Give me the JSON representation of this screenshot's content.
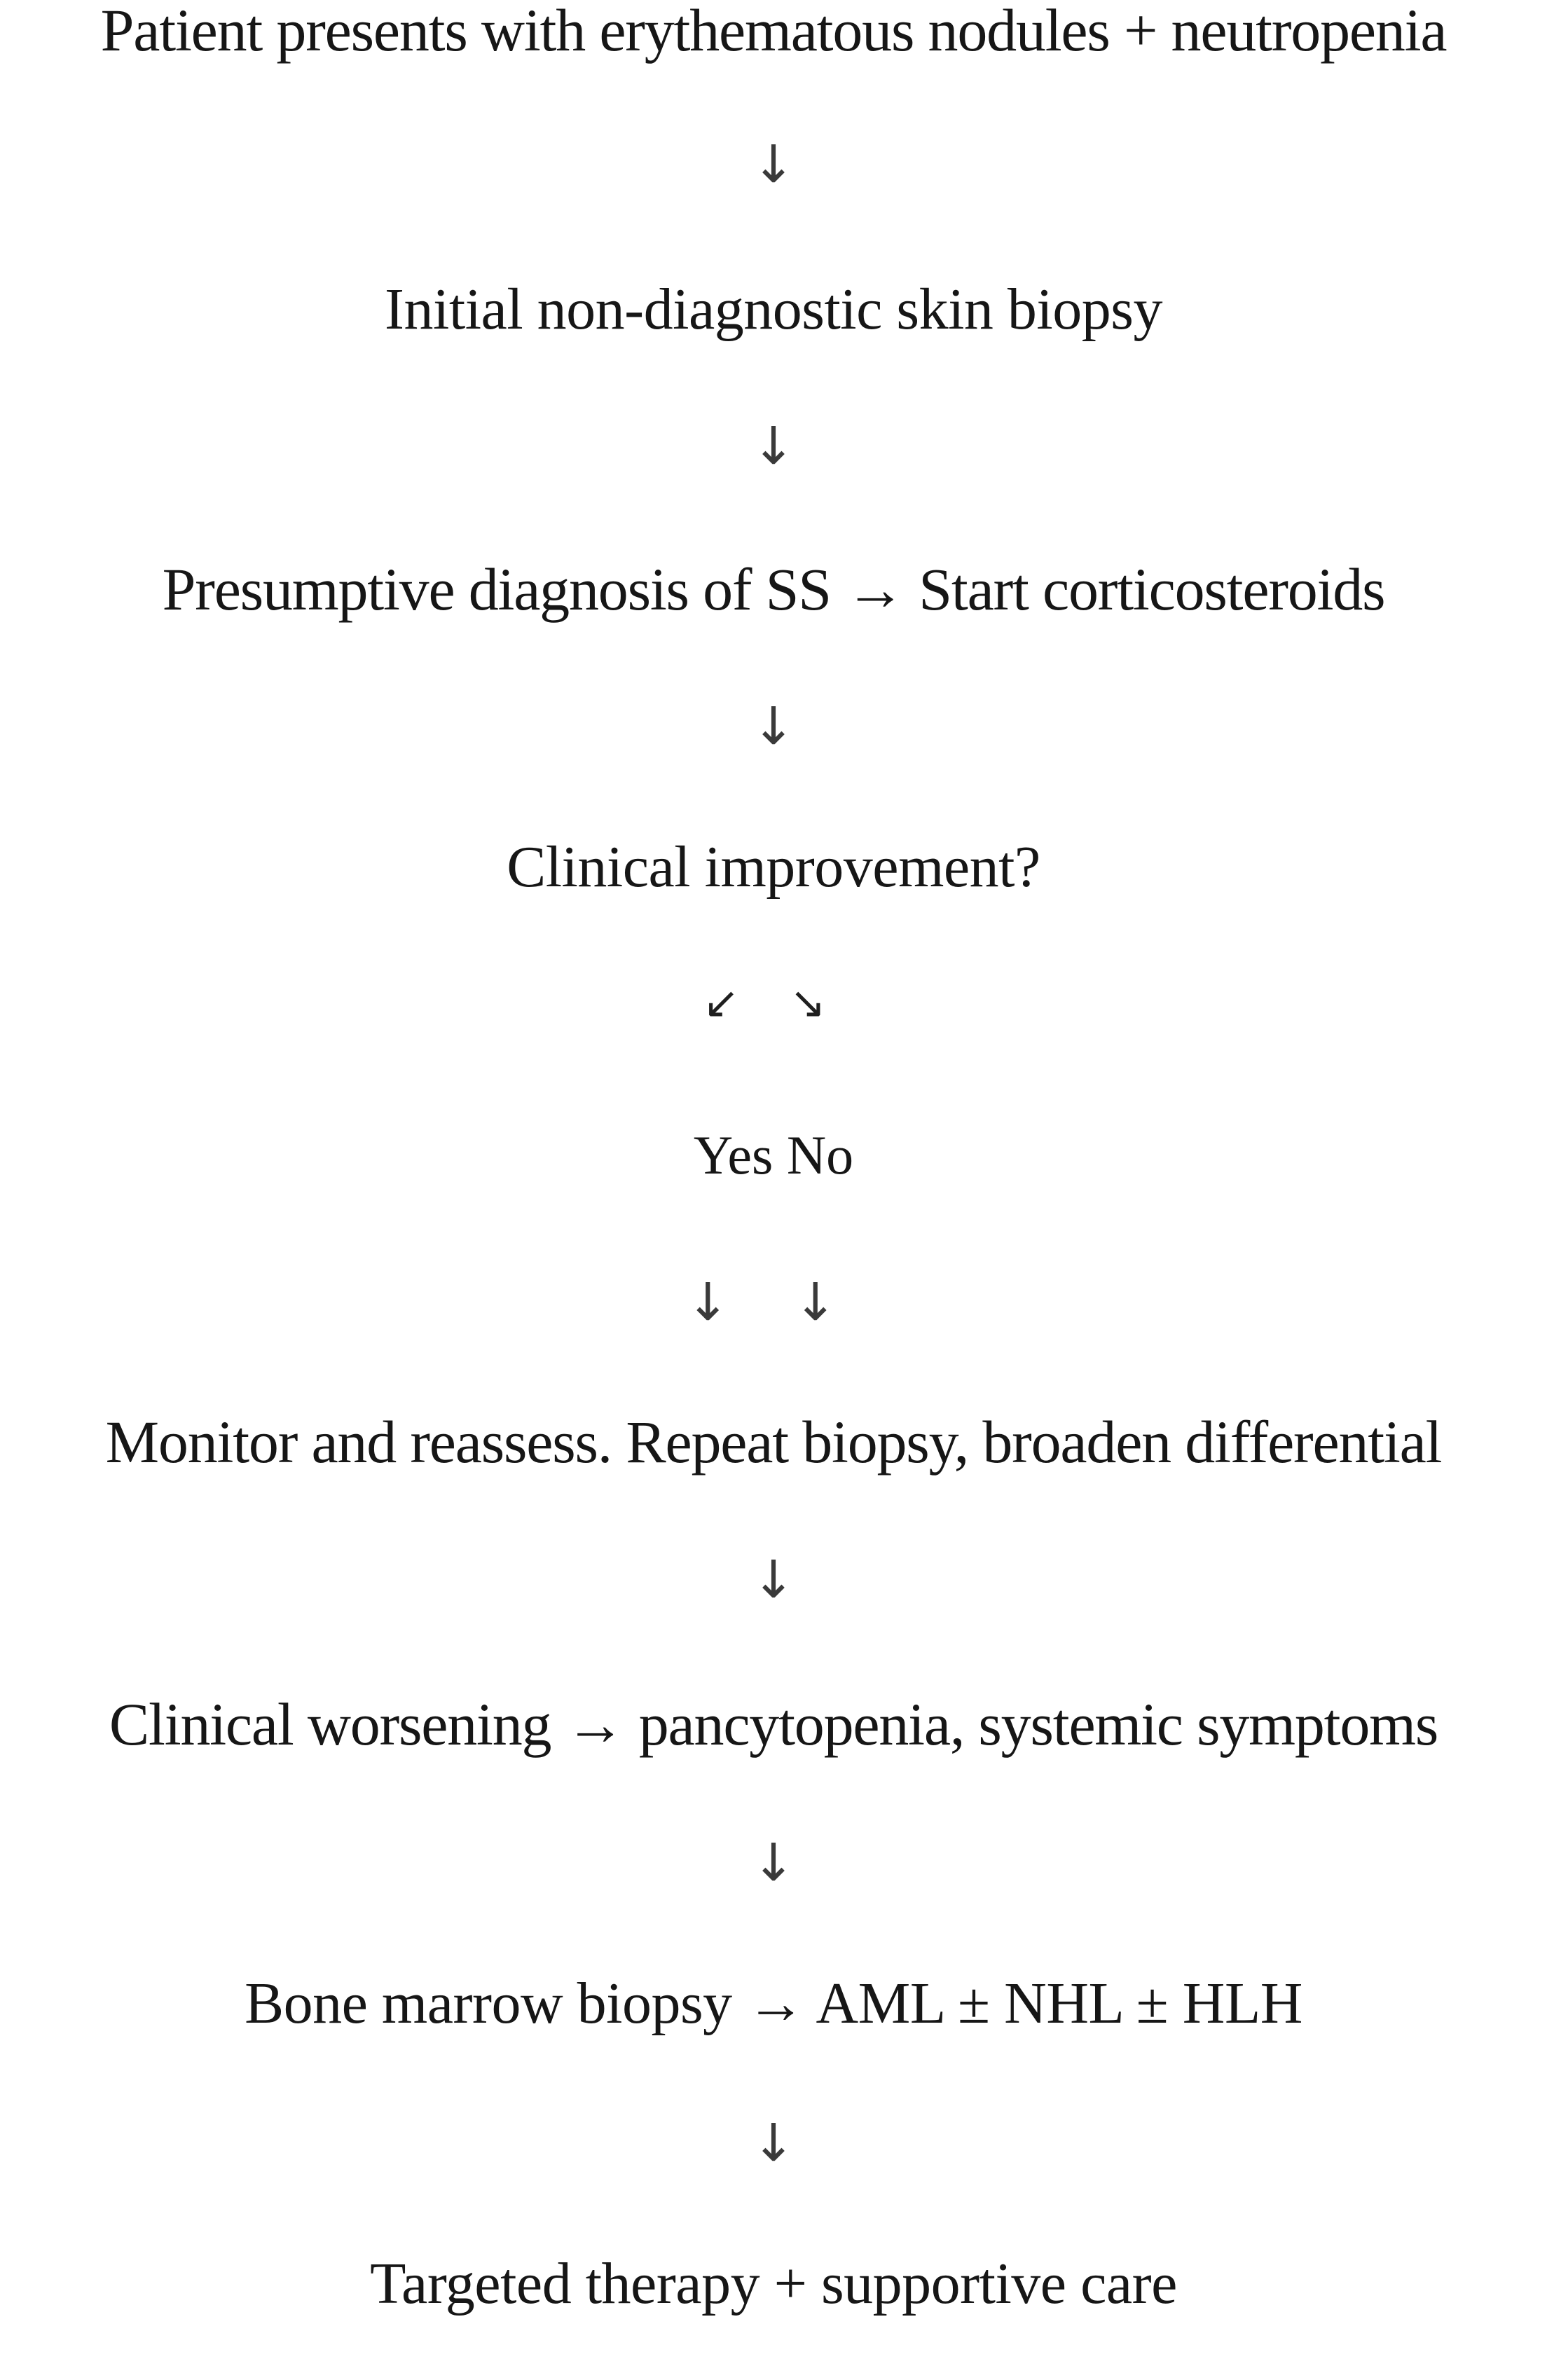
{
  "chart_data": {
    "type": "diagram",
    "title": "Clinical diagnostic and management flowchart",
    "orientation": "vertical top-to-bottom",
    "background_color": "#ffffff",
    "text_color": "#161616",
    "nodes": [
      "Patient presents with erythematous nodules + neutropenia",
      "Initial non-diagnostic skin biopsy",
      "Presumptive diagnosis of SS → Start corticosteroids",
      "Clinical improvement?",
      "Monitor and reassess. Repeat biopsy, broaden differential",
      "Clinical worsening → pancytopenia, systemic symptoms",
      "Bone marrow biopsy → AML ± NHL ± HLH",
      "Targeted therapy + supportive care"
    ],
    "branch_labels": [
      "Yes",
      "No"
    ],
    "connectors": [
      "↓",
      "↓",
      "↓",
      "↙ ↘",
      "↓ ↓",
      "↓",
      "↓",
      "↓"
    ]
  },
  "flow": {
    "step1": "Patient presents with erythematous nodules + neutropenia",
    "arrow1": "↓",
    "step2": "Initial non-diagnostic skin biopsy",
    "arrow2": "↓",
    "step3": "Presumptive diagnosis of SS → Start corticosteroids",
    "arrow3": "↓",
    "step4": "Clinical improvement?",
    "branch_arrows": "↙ ↘",
    "branch_labels": "Yes No",
    "double_arrows": "↓ ↓",
    "step5": "Monitor and reassess. Repeat biopsy, broaden differential",
    "arrow5": "↓",
    "step6": "Clinical worsening → pancytopenia, systemic symptoms",
    "arrow6": "↓",
    "step7": "Bone marrow biopsy → AML ± NHL ± HLH",
    "arrow7": "↓",
    "step8": "Targeted therapy + supportive care"
  }
}
